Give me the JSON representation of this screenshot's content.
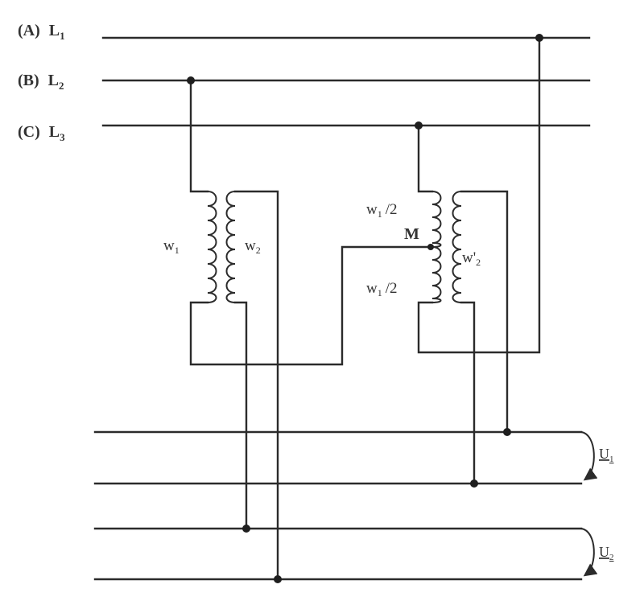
{
  "lines": [
    {
      "phase": "(A)",
      "name": "L",
      "sub": "1"
    },
    {
      "phase": "(B)",
      "name": "L",
      "sub": "2"
    },
    {
      "phase": "(C)",
      "name": "L",
      "sub": "3"
    }
  ],
  "transformer_1": {
    "primary": "w",
    "primary_sub": "1",
    "secondary": "w",
    "secondary_sub": "2"
  },
  "transformer_2": {
    "top": "w",
    "top_sub": "1",
    "top_frac": "/2",
    "tap": "M",
    "bottom": "w",
    "bottom_sub": "1",
    "bottom_frac": "/2",
    "secondary": "w'",
    "secondary_sub": "2"
  },
  "outputs": [
    {
      "name": "U",
      "sub": "1"
    },
    {
      "name": "U",
      "sub": "2"
    }
  ]
}
